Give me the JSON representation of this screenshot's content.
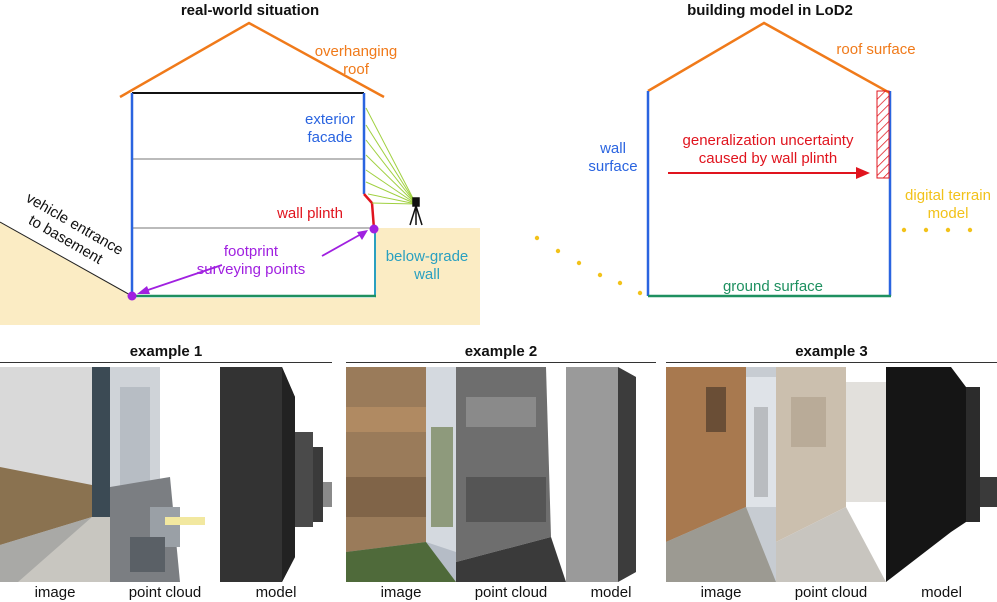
{
  "titles": {
    "left": "real-world situation",
    "right": "building model in LoD2"
  },
  "left_diagram": {
    "overhanging_roof": [
      "overhanging",
      "roof"
    ],
    "exterior_facade": [
      "exterior",
      "facade"
    ],
    "wall_plinth": "wall plinth",
    "footprint": [
      "footprint",
      "surveying points"
    ],
    "below_grade": [
      "below-grade",
      "wall"
    ],
    "vehicle_entrance": [
      "vehicle entrance",
      "to basement"
    ]
  },
  "right_diagram": {
    "roof_surface": "roof surface",
    "wall_surface": [
      "wall",
      "surface"
    ],
    "uncertainty": [
      "generalization uncertainty",
      "caused by wall plinth"
    ],
    "digital_terrain": [
      "digital terrain",
      "model"
    ],
    "ground_surface": "ground surface"
  },
  "examples": [
    {
      "title": "example 1",
      "labels": [
        "image",
        "point cloud",
        "model"
      ]
    },
    {
      "title": "example 2",
      "labels": [
        "image",
        "point cloud",
        "model"
      ]
    },
    {
      "title": "example 3",
      "labels": [
        "image",
        "point cloud",
        "model"
      ]
    }
  ],
  "colors": {
    "roof": "#f07a1a",
    "wall": "#2a64e0",
    "plinth": "#e0141e",
    "footprint": "#a020e0",
    "ground": "#1e9060",
    "terrain": "#f2c21a",
    "below_grade": "#2aa0c0",
    "soil": "#fbecc4"
  }
}
